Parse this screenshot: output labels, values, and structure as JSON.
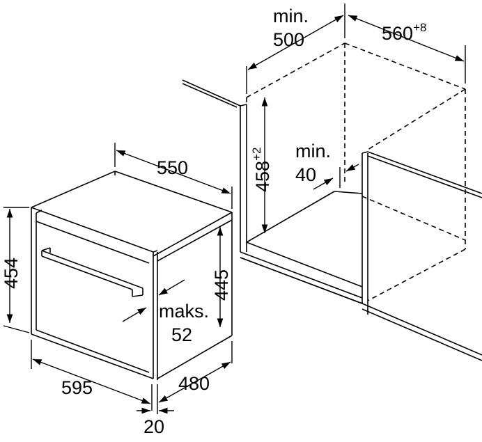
{
  "labels": {
    "min_depth_prefix": "min.",
    "min_depth_value": "500",
    "width_niche_value": "560",
    "width_niche_tol": "+8",
    "height_niche_value": "458",
    "height_niche_tol": "+2",
    "min_gap_prefix": "min.",
    "min_gap_value": "40",
    "device_depth_top": "550",
    "device_height_front": "454",
    "device_height_body": "445",
    "max_prefix": "maks.",
    "max_value": "52",
    "device_width": "595",
    "device_depth_body": "480",
    "front_offset": "20"
  },
  "colors": {
    "line": "#000000",
    "background": "#ffffff"
  }
}
